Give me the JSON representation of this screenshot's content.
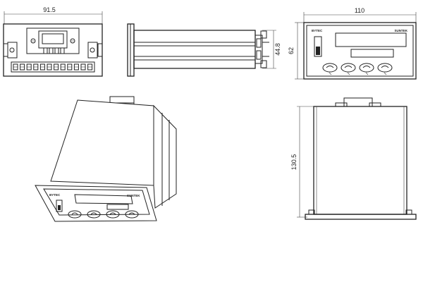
{
  "dimensions": {
    "top_width": "91.5",
    "side_depth": "44.8",
    "front_width": "110",
    "front_height": "62",
    "bottom_length": "130.5"
  },
  "front_panel": {
    "brand": "BYTEC",
    "model": "SUNTEK",
    "button_count": 4
  },
  "colors": {
    "line": "#222222",
    "background": "#ffffff"
  }
}
